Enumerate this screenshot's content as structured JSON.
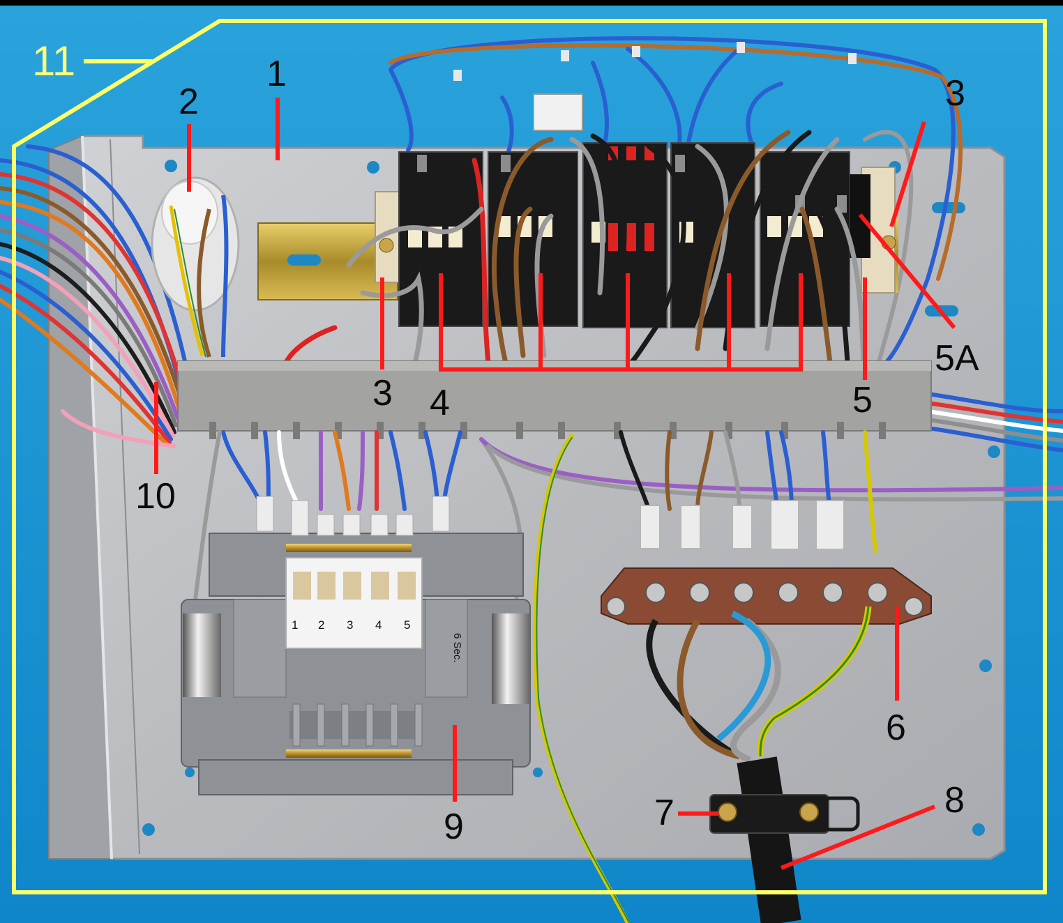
{
  "colors": {
    "background": "#1a9ad6",
    "plate": "#bdbfc3",
    "leader": "#ff1a1a",
    "outline": "#ffff66",
    "duct": "#9c9c9a",
    "terminal_block": "#8a4a33",
    "timer_body": "#8e9196",
    "brass": "#c9a44a"
  },
  "callouts": {
    "c1": "1",
    "c2": "2",
    "c3a": "3",
    "c3b": "3",
    "c4": "4",
    "c5": "5",
    "c5a": "5A",
    "c6": "6",
    "c7": "7",
    "c8": "8",
    "c9": "9",
    "c10": "10",
    "c11": "11"
  },
  "timer": {
    "cams": [
      "1",
      "2",
      "3",
      "4",
      "5"
    ],
    "duration": "6 Sec."
  },
  "icons": [
    "wiring-bundle-icon",
    "capacitor-icon",
    "din-rail-icon",
    "contactor-icon",
    "terminal-block-icon",
    "cable-clamp-icon",
    "power-cable-icon",
    "cam-timer-icon",
    "cable-duct-icon"
  ]
}
